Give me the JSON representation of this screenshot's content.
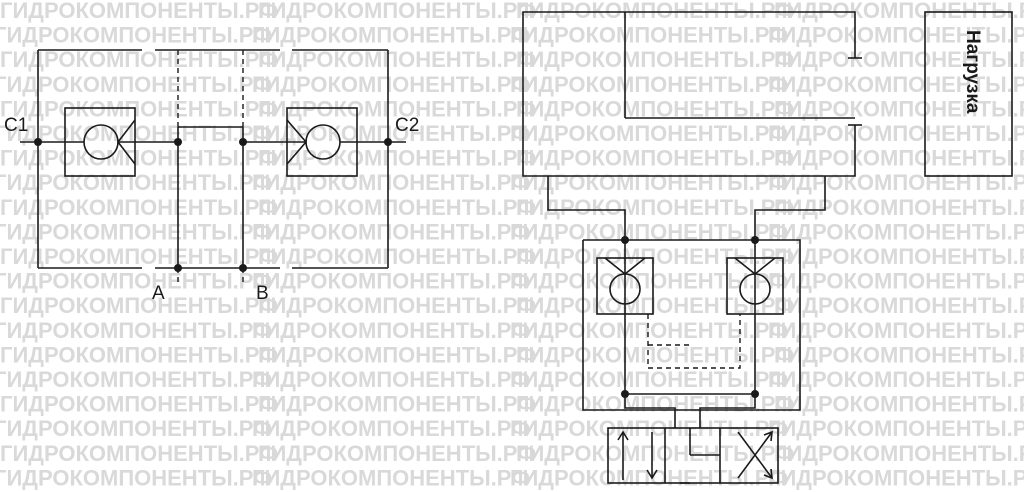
{
  "watermark": {
    "text": "ГИДРОКОМПОНЕНТЫ.РФ"
  },
  "left_diagram": {
    "ports": {
      "c1": "C1",
      "c2": "C2",
      "a": "A",
      "b": "B"
    }
  },
  "right_diagram": {
    "load_label": "Нагрузка"
  }
}
